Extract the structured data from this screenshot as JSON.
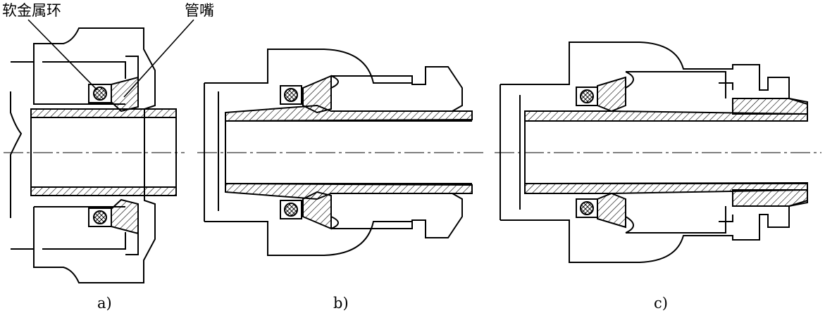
{
  "labels": {
    "soft_metal_ring": "软金属环",
    "nozzle": "管嘴"
  },
  "captions": {
    "a": "a)",
    "b": "b)",
    "c": "c)"
  },
  "colors": {
    "line": "#000000",
    "background": "#ffffff"
  }
}
